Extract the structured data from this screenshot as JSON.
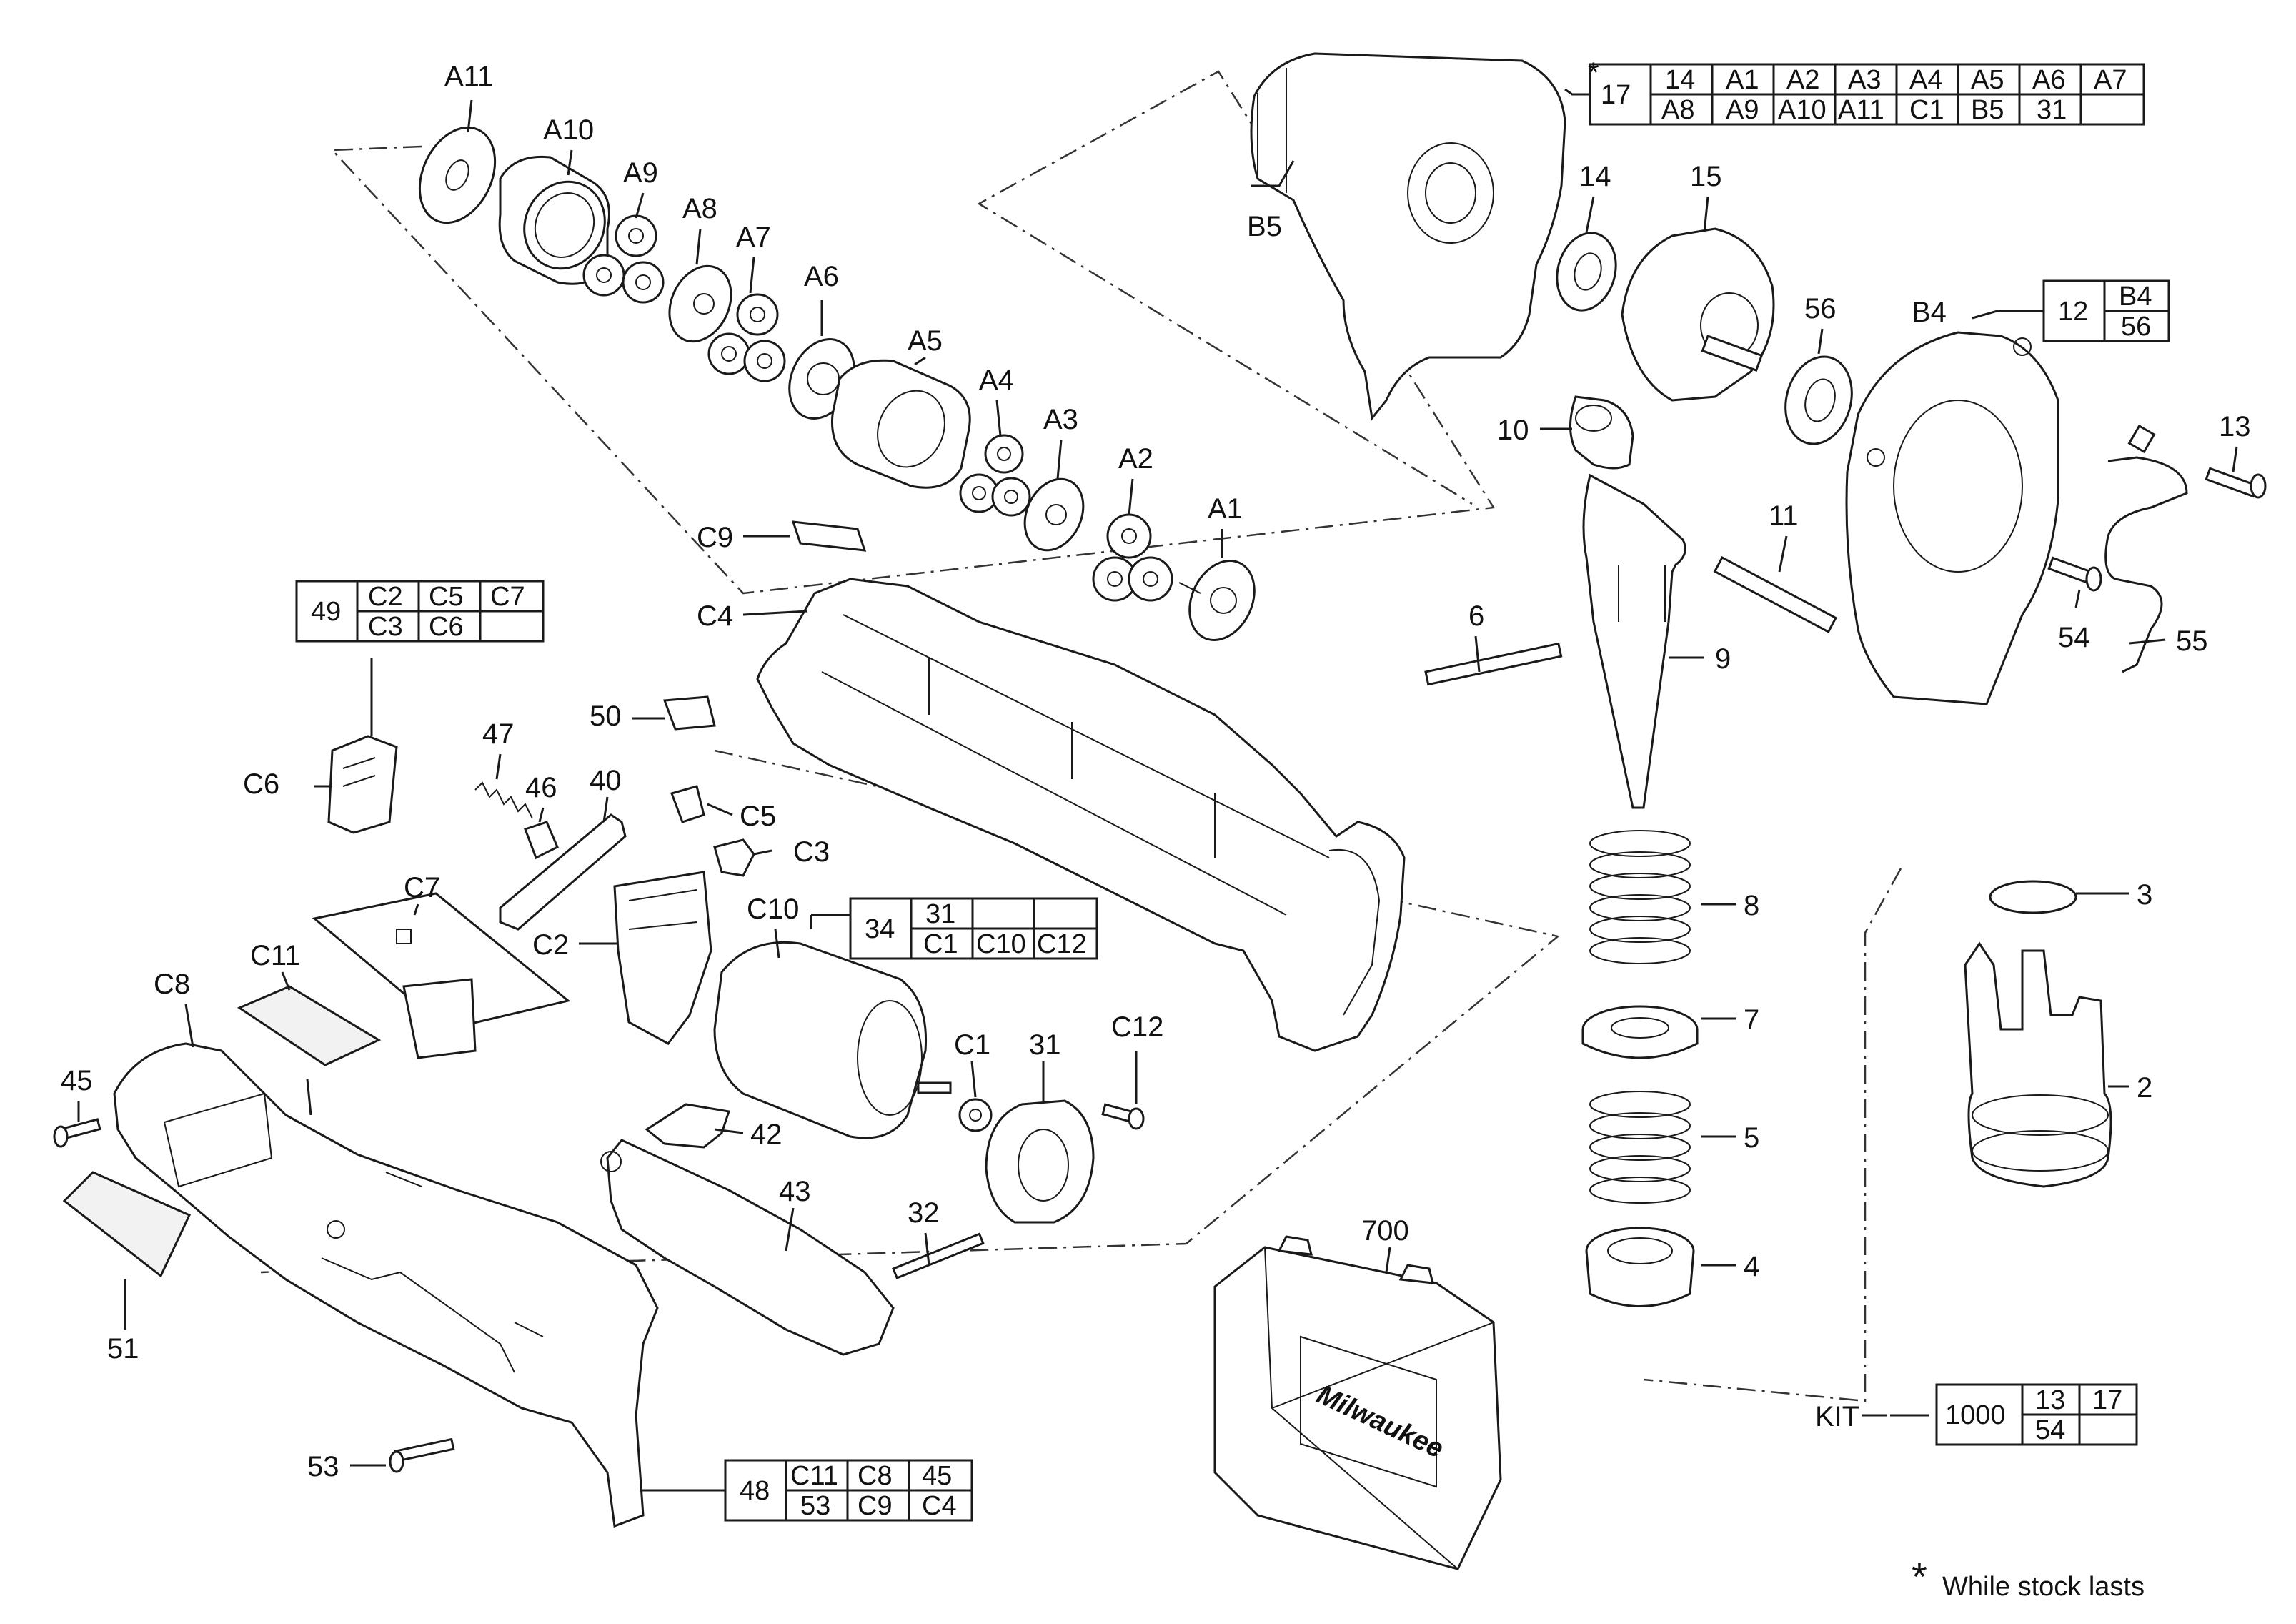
{
  "callouts": [
    {
      "id": "A11",
      "text": "A11"
    },
    {
      "id": "A10",
      "text": "A10"
    },
    {
      "id": "A9",
      "text": "A9"
    },
    {
      "id": "A8",
      "text": "A8"
    },
    {
      "id": "A7",
      "text": "A7"
    },
    {
      "id": "A6",
      "text": "A6"
    },
    {
      "id": "A5",
      "text": "A5"
    },
    {
      "id": "A4",
      "text": "A4"
    },
    {
      "id": "A3",
      "text": "A3"
    },
    {
      "id": "A2",
      "text": "A2"
    },
    {
      "id": "A1",
      "text": "A1"
    },
    {
      "id": "B5",
      "text": "B5"
    },
    {
      "id": "14",
      "text": "14"
    },
    {
      "id": "15",
      "text": "15"
    },
    {
      "id": "56",
      "text": "56"
    },
    {
      "id": "B4",
      "text": "B4"
    },
    {
      "id": "13",
      "text": "13"
    },
    {
      "id": "10",
      "text": "10"
    },
    {
      "id": "11",
      "text": "11"
    },
    {
      "id": "6",
      "text": "6"
    },
    {
      "id": "9",
      "text": "9"
    },
    {
      "id": "54",
      "text": "54"
    },
    {
      "id": "55",
      "text": "55"
    },
    {
      "id": "C9",
      "text": "C9"
    },
    {
      "id": "C4",
      "text": "C4"
    },
    {
      "id": "C6",
      "text": "C6"
    },
    {
      "id": "47",
      "text": "47"
    },
    {
      "id": "50",
      "text": "50"
    },
    {
      "id": "46",
      "text": "46"
    },
    {
      "id": "40",
      "text": "40"
    },
    {
      "id": "C5",
      "text": "C5"
    },
    {
      "id": "C3",
      "text": "C3"
    },
    {
      "id": "C7",
      "text": "C7"
    },
    {
      "id": "C2",
      "text": "C2"
    },
    {
      "id": "C10",
      "text": "C10"
    },
    {
      "id": "C8",
      "text": "C8"
    },
    {
      "id": "C11",
      "text": "C11"
    },
    {
      "id": "45",
      "text": "45"
    },
    {
      "id": "C1",
      "text": "C1"
    },
    {
      "id": "31",
      "text": "31"
    },
    {
      "id": "C12",
      "text": "C12"
    },
    {
      "id": "42",
      "text": "42"
    },
    {
      "id": "43",
      "text": "43"
    },
    {
      "id": "32",
      "text": "32"
    },
    {
      "id": "51",
      "text": "51"
    },
    {
      "id": "53",
      "text": "53"
    },
    {
      "id": "8",
      "text": "8"
    },
    {
      "id": "7",
      "text": "7"
    },
    {
      "id": "5",
      "text": "5"
    },
    {
      "id": "4",
      "text": "4"
    },
    {
      "id": "3",
      "text": "3"
    },
    {
      "id": "2",
      "text": "2"
    },
    {
      "id": "700",
      "text": "700"
    },
    {
      "id": "KIT",
      "text": "KIT"
    }
  ],
  "kits": [
    {
      "id": "kit17",
      "main": "17",
      "asterisk": "*",
      "rows": [
        [
          "14",
          "A1",
          "A2",
          "A3",
          "A4",
          "A5",
          "A6",
          "A7"
        ],
        [
          "A8",
          "A9",
          "A10",
          "A11",
          "C1",
          "B5",
          "31",
          ""
        ]
      ]
    },
    {
      "id": "kit12",
      "main": "12",
      "rows": [
        [
          "B4"
        ],
        [
          "56"
        ]
      ]
    },
    {
      "id": "kit49",
      "main": "49",
      "rows": [
        [
          "C2",
          "C5",
          "C7"
        ],
        [
          "C3",
          "C6",
          ""
        ]
      ]
    },
    {
      "id": "kit34",
      "main": "34",
      "rows": [
        [
          "31",
          "",
          ""
        ],
        [
          "C1",
          "C10",
          "C12"
        ]
      ]
    },
    {
      "id": "kit48",
      "main": "48",
      "rows": [
        [
          "C11",
          "C8",
          "45"
        ],
        [
          "53",
          "C9",
          "C4"
        ]
      ]
    },
    {
      "id": "kit1000",
      "main": "1000",
      "rows": [
        [
          "13",
          "17"
        ],
        [
          "54",
          ""
        ]
      ]
    }
  ],
  "footnote": {
    "mark": "*",
    "text": "While stock lasts"
  },
  "case_logo": "Milwaukee"
}
